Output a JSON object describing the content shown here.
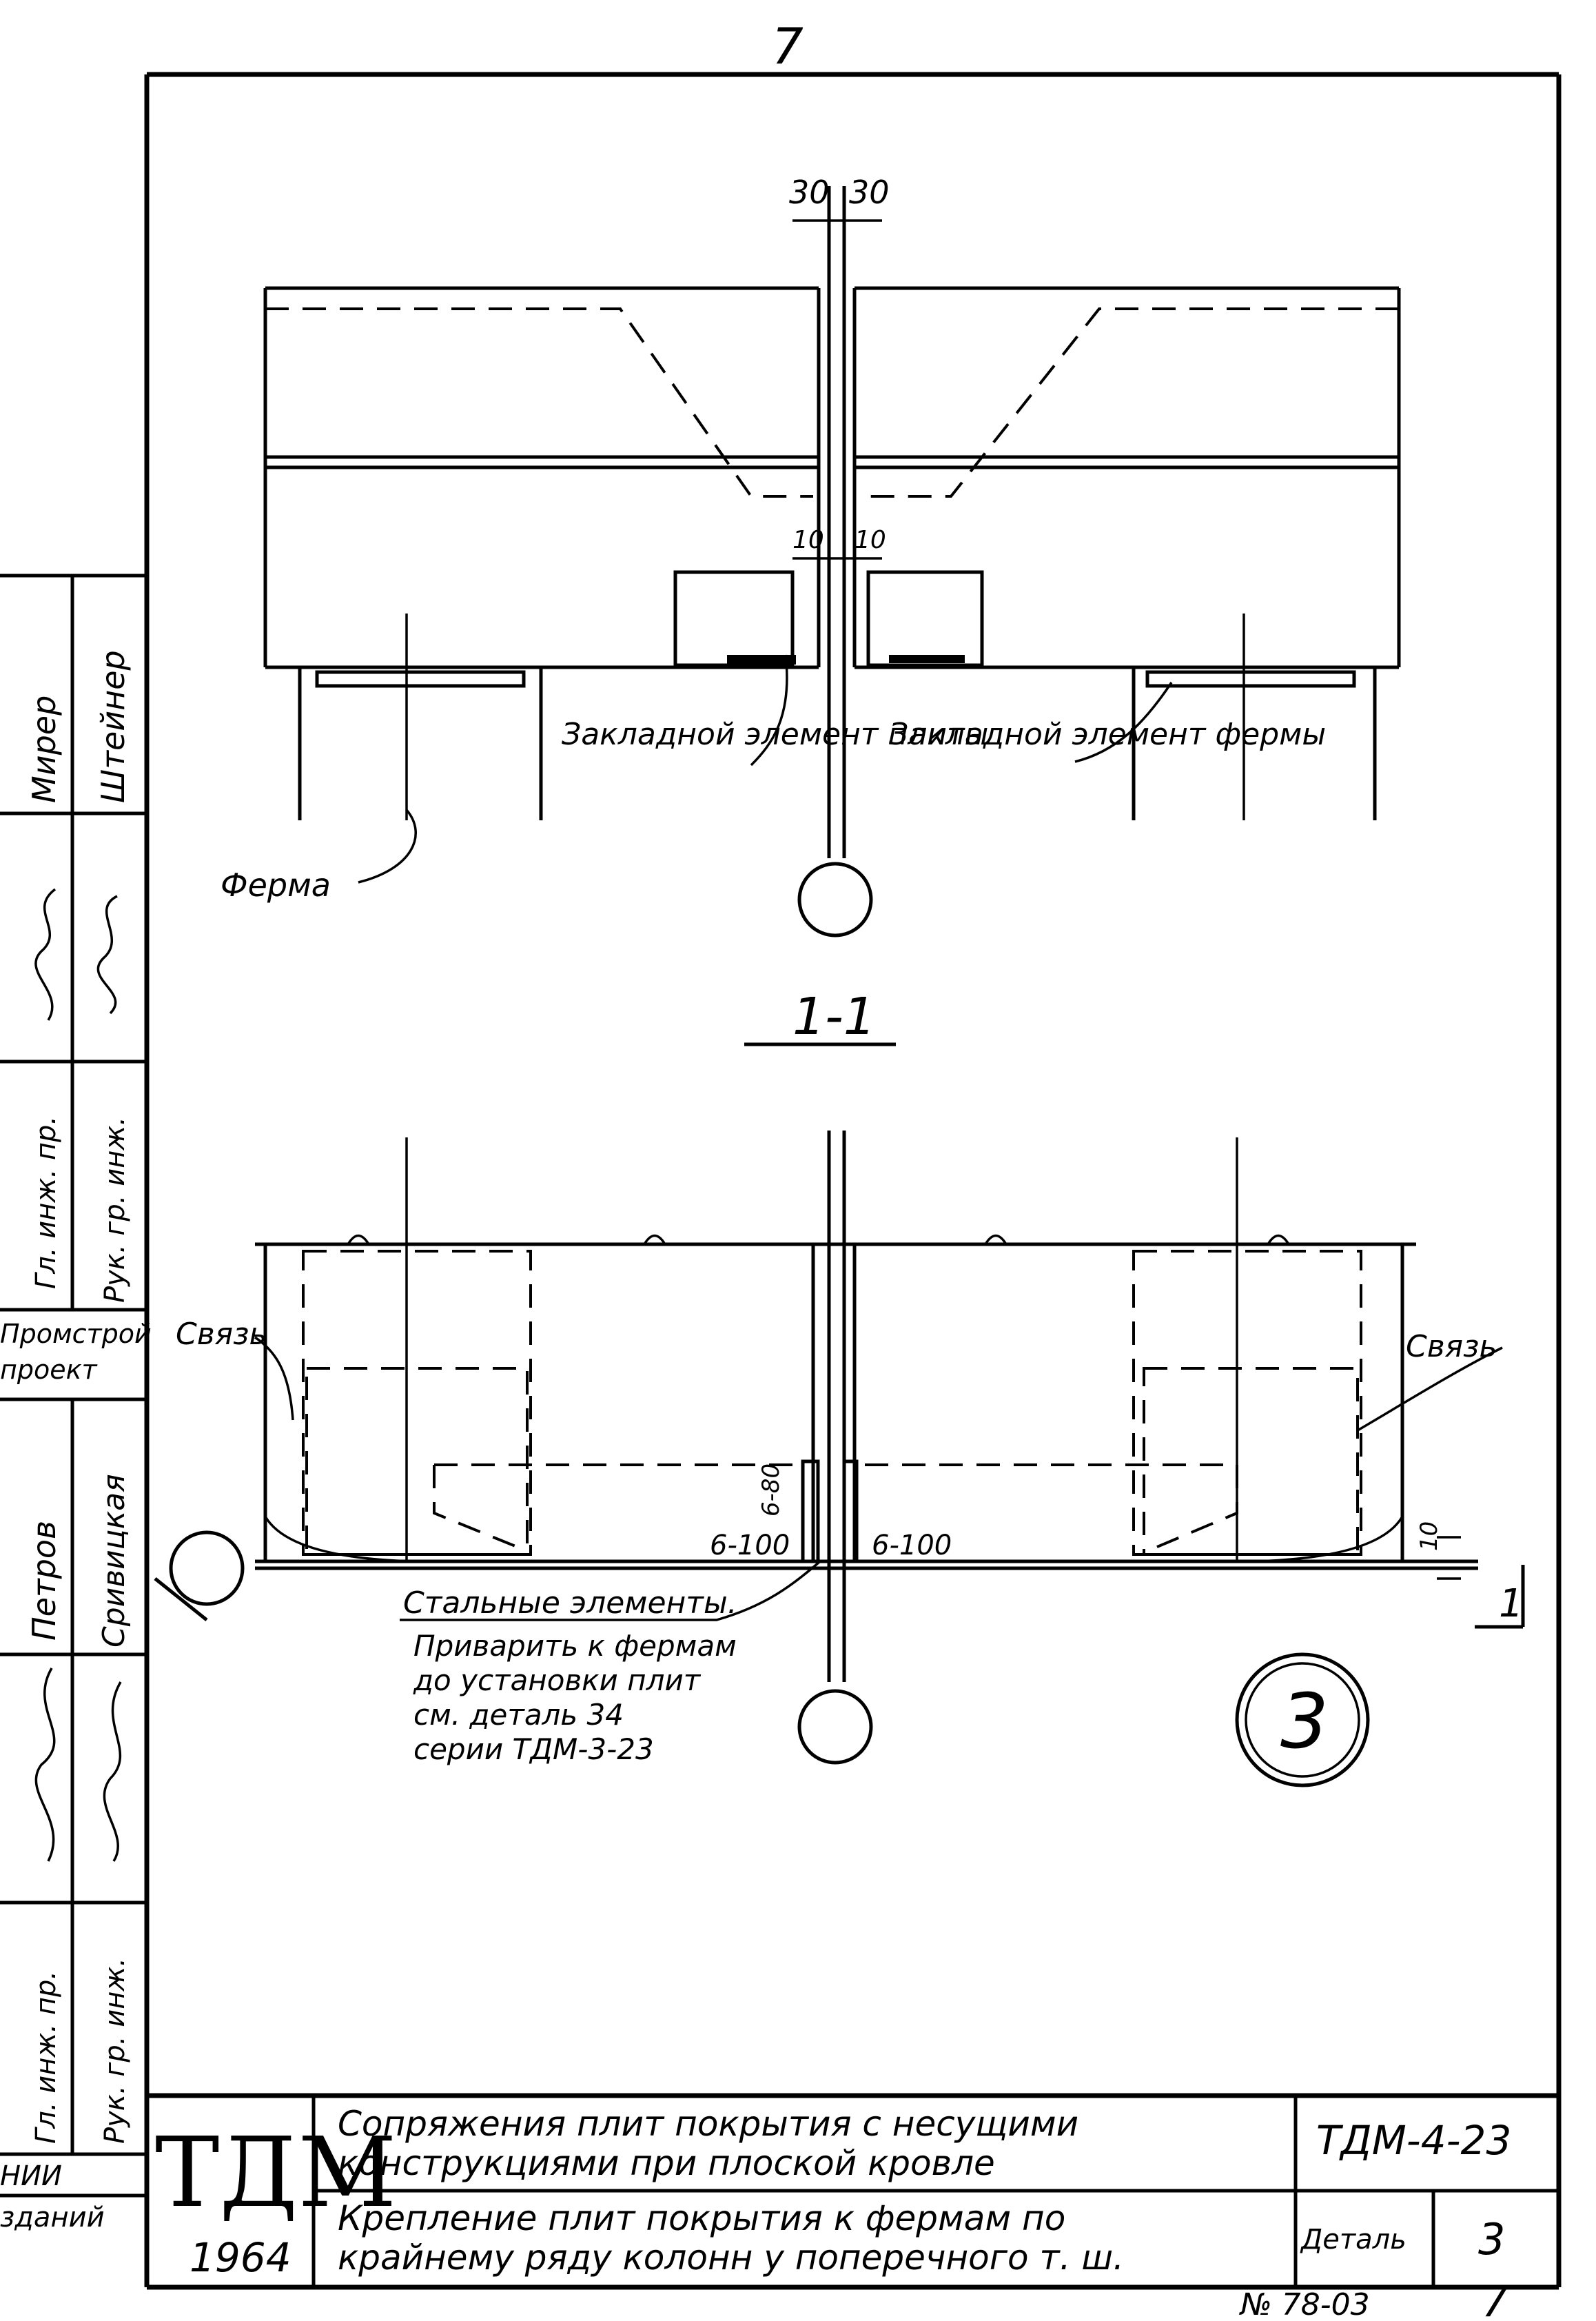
{
  "sheet": {
    "page_number_top": "7",
    "page_number_bottom": "7",
    "stamp_bottom": "№ 78-03"
  },
  "section_top": {
    "dimensions": {
      "left_gap": "30",
      "right_gap": "30",
      "inner_left": "10",
      "inner_right": "10"
    },
    "label_plate_embed": "Закладной элемент плиты",
    "label_truss_embed": "Закладной элемент фермы",
    "label_truss": "Ферма"
  },
  "section_title": "1-1",
  "section_bottom": {
    "label_tie_left": "Связь",
    "label_tie_right": "Связь",
    "weld_left": "6-100",
    "weld_right": "6-100",
    "weld_vertical": "6-80",
    "dim_side": "10",
    "section_mark": "1",
    "note_title": "Стальные элементы.",
    "note_lines": [
      "Приварить к фермам",
      "до установки плит",
      "см. деталь 34",
      "серии ТДМ-3-23"
    ],
    "detail_number": "3"
  },
  "side_stamp": {
    "roles": [
      "Гл. инж. пр.",
      "Рук. гр. инж.",
      "Гл. инж. пр.",
      "Рук. гр. инж."
    ],
    "names": [
      "Мирер",
      "Штейнер",
      "Петров",
      "Сривицкая"
    ],
    "org_block": [
      "Промстрой",
      "проект"
    ],
    "institute": [
      "НИИ",
      "зданий"
    ]
  },
  "title_block": {
    "logo": "ТДМ",
    "year": "1964",
    "title_main_line1": "Сопряжения плит покрытия с несущими",
    "title_main_line2": "конструкциями при плоской кровле",
    "title_sub_line1": "Крепление плит покрытия к фермам по",
    "title_sub_line2": "крайнему ряду колонн у поперечного т. ш.",
    "series_code": "ТДМ-4-23",
    "detail_label": "Деталь",
    "detail_number": "3"
  }
}
